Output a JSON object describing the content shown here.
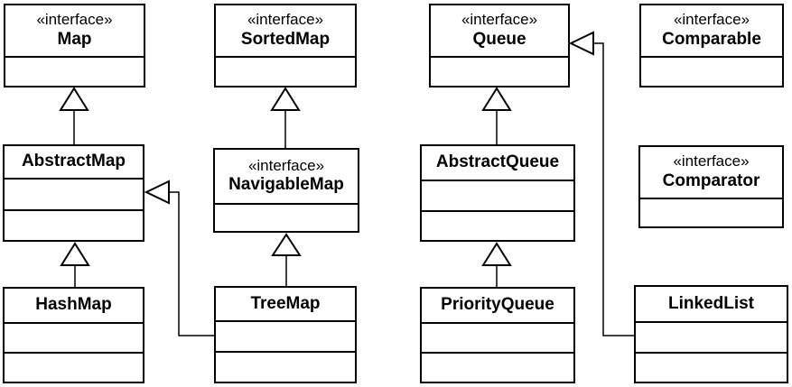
{
  "diagram_type": "uml-class-diagram",
  "background_color": "#ffffff",
  "line_color": "#000000",
  "classes": [
    {
      "name": "Map",
      "stereotype": "«interface»",
      "kind": "interface"
    },
    {
      "name": "SortedMap",
      "stereotype": "«interface»",
      "kind": "interface"
    },
    {
      "name": "Queue",
      "stereotype": "«interface»",
      "kind": "interface"
    },
    {
      "name": "Comparable",
      "stereotype": "«interface»",
      "kind": "interface"
    },
    {
      "name": "AbstractMap",
      "kind": "class"
    },
    {
      "name": "NavigableMap",
      "stereotype": "«interface»",
      "kind": "interface"
    },
    {
      "name": "AbstractQueue",
      "kind": "class"
    },
    {
      "name": "Comparator",
      "stereotype": "«interface»",
      "kind": "interface"
    },
    {
      "name": "HashMap",
      "kind": "class"
    },
    {
      "name": "TreeMap",
      "kind": "class"
    },
    {
      "name": "PriorityQueue",
      "kind": "class"
    },
    {
      "name": "LinkedList",
      "kind": "class"
    }
  ],
  "relations": [
    {
      "from": "AbstractMap",
      "to": "Map",
      "type": "generalization"
    },
    {
      "from": "NavigableMap",
      "to": "SortedMap",
      "type": "generalization"
    },
    {
      "from": "AbstractQueue",
      "to": "Queue",
      "type": "generalization"
    },
    {
      "from": "HashMap",
      "to": "AbstractMap",
      "type": "generalization"
    },
    {
      "from": "TreeMap",
      "to": "NavigableMap",
      "type": "generalization"
    },
    {
      "from": "TreeMap",
      "to": "AbstractMap",
      "type": "generalization"
    },
    {
      "from": "PriorityQueue",
      "to": "AbstractQueue",
      "type": "generalization"
    },
    {
      "from": "LinkedList",
      "to": "Queue",
      "type": "generalization"
    }
  ]
}
